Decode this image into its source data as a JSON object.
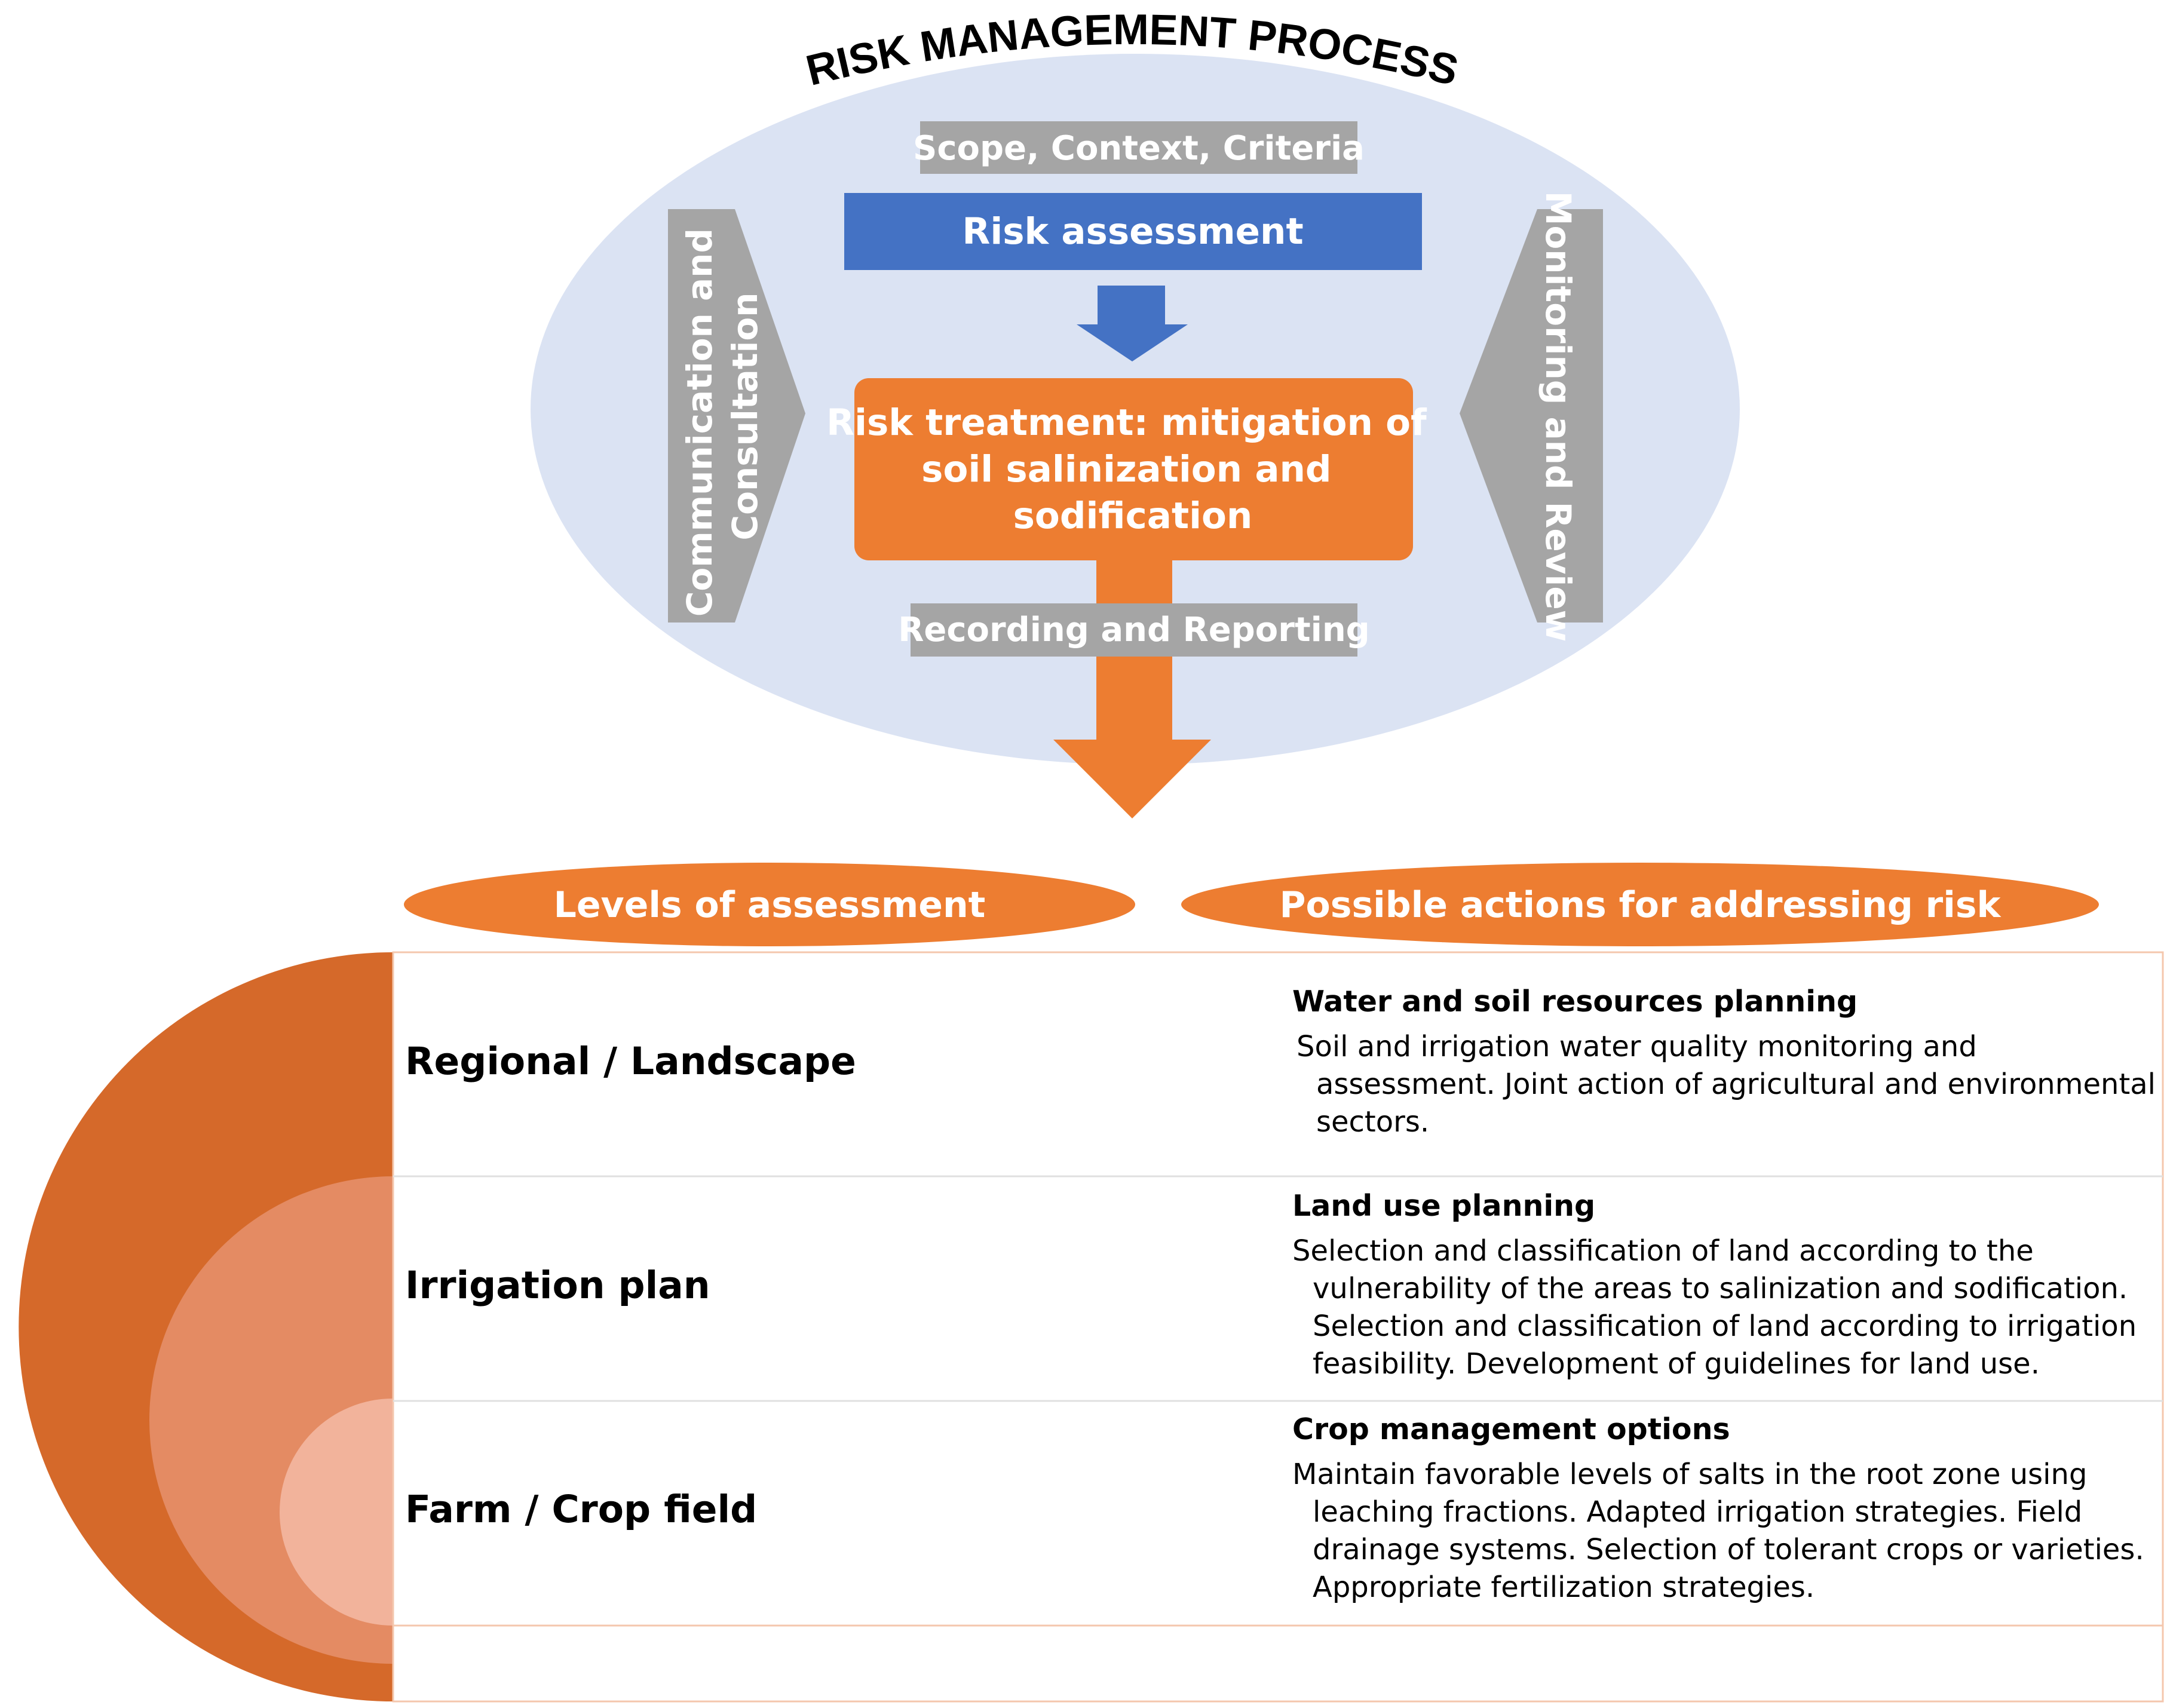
{
  "title": "RISK MANAGEMENT PROCESS",
  "process": {
    "scope": "Scope, Context, Criteria",
    "assessment": "Risk assessment",
    "treatment_lines": [
      "Risk treatment: mitigation of",
      "soil salinization and",
      "sodification"
    ],
    "recording": "Recording and Reporting",
    "communication_lines": [
      "Communication and",
      "Consultation"
    ],
    "monitoring": "Monitoring and Review"
  },
  "headers": {
    "levels": "Levels of assessment",
    "actions": "Possible actions for addressing risk"
  },
  "rows": [
    {
      "level": "Regional / Landscape",
      "heading": "Water and soil resources planning",
      "lines": [
        "Soil and irrigation water quality monitoring and",
        "assessment. Joint action of agricultural and environmental",
        "sectors."
      ]
    },
    {
      "level": "Irrigation plan",
      "heading": "Land use planning",
      "lines": [
        "Selection and classification of land according to the",
        "vulnerability of the areas to salinization and sodification.",
        "Selection and classification of land according to irrigation",
        "feasibility. Development of guidelines for land use."
      ]
    },
    {
      "level": "Farm / Crop field",
      "heading": "Crop management options",
      "lines": [
        "Maintain favorable levels of salts in the root zone using",
        "leaching fractions. Adapted irrigation strategies. Field",
        "drainage systems. Selection of tolerant crops or varieties.",
        "Appropriate fertilization strategies."
      ]
    }
  ],
  "colors": {
    "ellipse": "#dbe3f3",
    "blue": "#4472c4",
    "orange": "#ed7d31",
    "gray": "#a5a5a5",
    "dark_orange": "#d5692a",
    "mid_orange": "#e48b63",
    "light_orange": "#f2b39b"
  }
}
